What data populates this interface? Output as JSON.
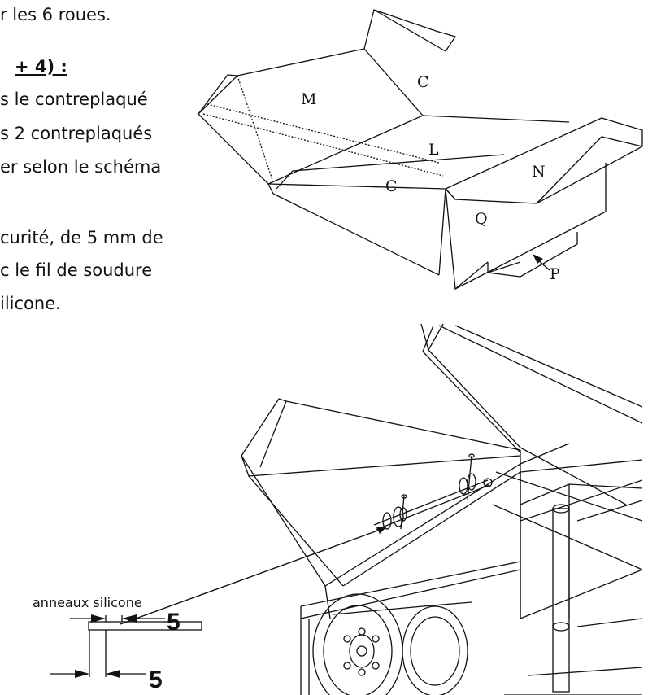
{
  "text": {
    "line1": "r les 6 roues.",
    "heading": "+ 4) :",
    "line3": "s le contreplaqué",
    "line4": "s 2 contreplaqués",
    "line5": "er selon le schéma",
    "line6": "curité, de 5 mm de",
    "line7": "c le fil de soudure",
    "line8": "ilicone."
  },
  "figure1": {
    "labels": {
      "C_top": "C",
      "M": "M",
      "L": "L",
      "C_bottom": "C",
      "N": "N",
      "Q": "Q",
      "P": "P"
    }
  },
  "figure2": {
    "callout_label": "anneaux silicone",
    "dim_top": "5",
    "dim_bottom": "5"
  }
}
